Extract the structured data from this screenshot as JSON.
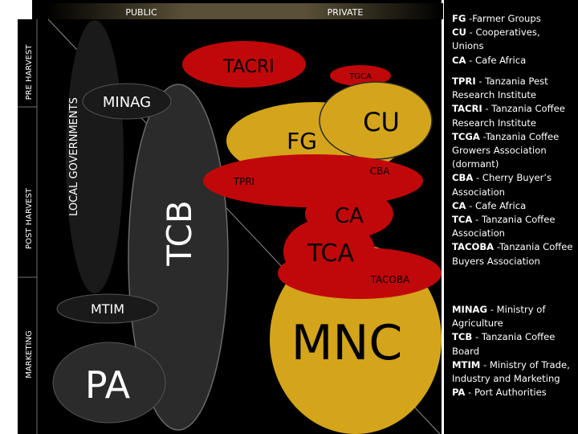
{
  "header": {
    "left_label": "PUBLIC",
    "right_label": "PRIVATE"
  },
  "stages": {
    "pre_harvest": "PRE HARVEST",
    "post_harvest": "POST HARVEST",
    "marketing": "MARKETING"
  },
  "actors": {
    "local_governments": "LOCAL GOVERNMENTS",
    "tacri": "TACRI",
    "tgca": "TGCA",
    "minag": "MINAG",
    "fg": "FG",
    "cu": "CU",
    "cba": "CBA",
    "tpri": "TPRI",
    "tcb": "TCB",
    "ca": "CA",
    "tca": "TCA",
    "tacoba": "TACOBA",
    "mtim": "MTIM",
    "mnc": "MNC",
    "pa": "PA"
  },
  "legend": {
    "top": [
      {
        "abbr": "FG",
        "text": " -Farmer Groups"
      },
      {
        "abbr": "CU",
        "text": " - Cooperatives, Unions"
      },
      {
        "abbr": "CA",
        "text": " - Cafe Africa"
      }
    ],
    "middle": [
      {
        "abbr": "TPRI",
        "text": " - Tanzania Pest Research Institute"
      },
      {
        "abbr": "TACRI",
        "text": " - Tanzania Coffee Research Institute"
      },
      {
        "abbr": "TCGA",
        "text": " -Tanzania Coffee Growers Association (dormant)"
      },
      {
        "abbr": "CBA",
        "text": " - Cherry Buyer’s Association"
      },
      {
        "abbr": "CA",
        "text": " - Cafe Africa"
      },
      {
        "abbr": "TCA",
        "text": " - Tanzania Coffee Association"
      },
      {
        "abbr": "TACOBA",
        "text": " -Tanzania Coffee Buyers Association"
      }
    ],
    "bottom": [
      {
        "abbr": "MINAG",
        "text": " - Ministry of Agriculture"
      },
      {
        "abbr": "TCB",
        "text": " - Tanzania Coffee Board"
      },
      {
        "abbr": "MTIM",
        "text": " - Ministry of Trade, Industry and Marketing"
      },
      {
        "abbr": "PA",
        "text": " - Port Authorities"
      }
    ]
  },
  "colors": {
    "background": "#000000",
    "header_bar": "#5a5037",
    "gold": "#d4a41b",
    "dark_ellipse": "#2b2b2b",
    "divider": "#707070",
    "text_light": "#ffffff",
    "red": "#c0080a",
    "text_dark": "#000000"
  }
}
